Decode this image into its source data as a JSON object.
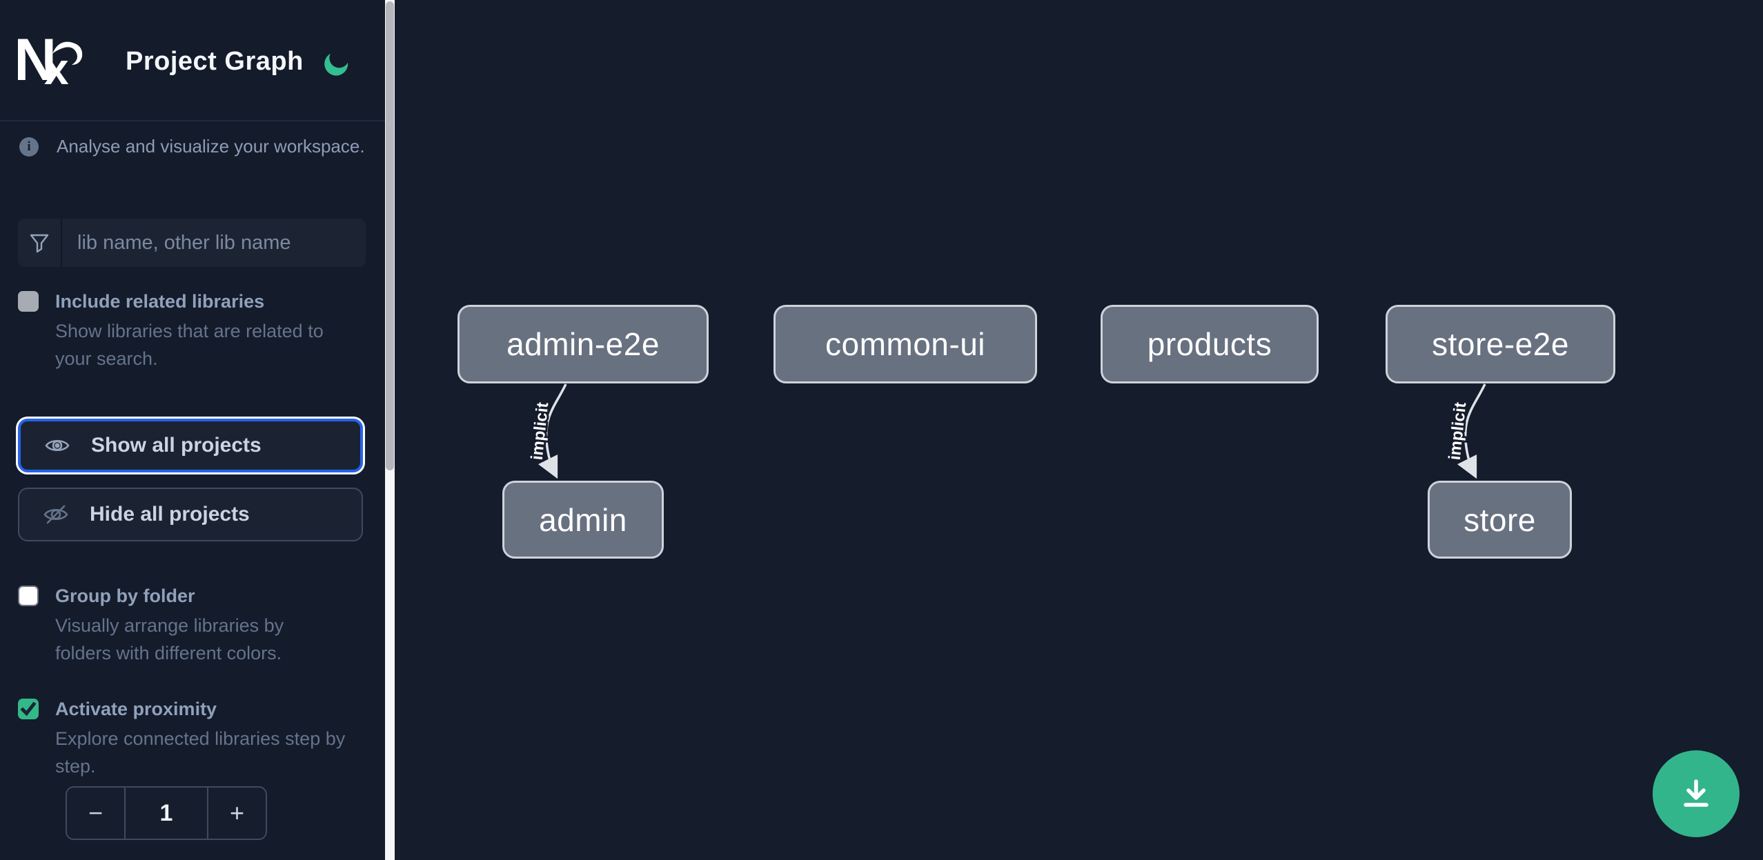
{
  "app": {
    "title": "Project Graph",
    "logo": "nx-logo",
    "theme_icon": "moon-icon"
  },
  "sidebar": {
    "tagline": "Analyse and visualize your workspace.",
    "search": {
      "placeholder": "lib name, other lib name",
      "icon": "filter-funnel-icon"
    },
    "options": [
      {
        "label": "Include related libraries",
        "description": "Show libraries that are related to your search.",
        "checked": false,
        "disabled": true
      },
      {
        "label": "Group by folder",
        "description": "Visually arrange libraries by folders with different colors.",
        "checked": false
      },
      {
        "label": "Activate proximity",
        "description": "Explore connected libraries step by step.",
        "checked": true
      }
    ],
    "buttons": {
      "show_all": "Show all projects",
      "hide_all": "Hide all projects"
    },
    "proximity_stepper": {
      "decrement": "−",
      "value": "1",
      "increment": "+"
    }
  },
  "graph": {
    "nodes": [
      {
        "label": "admin-e2e"
      },
      {
        "label": "common-ui"
      },
      {
        "label": "products"
      },
      {
        "label": "store-e2e"
      },
      {
        "label": "admin"
      },
      {
        "label": "store"
      }
    ],
    "edges": [
      {
        "source": "admin-e2e",
        "target": "admin",
        "label": "implicit"
      },
      {
        "source": "store-e2e",
        "target": "store",
        "label": "implicit"
      }
    ]
  },
  "fab": {
    "icon": "download-icon"
  },
  "colors": {
    "accent_teal": "#33b58c",
    "focus_blue": "#2563eb",
    "node_fill": "#687180",
    "node_border": "#ced3da",
    "background": "#151c2c",
    "checkbox_checked": "#33b889"
  }
}
